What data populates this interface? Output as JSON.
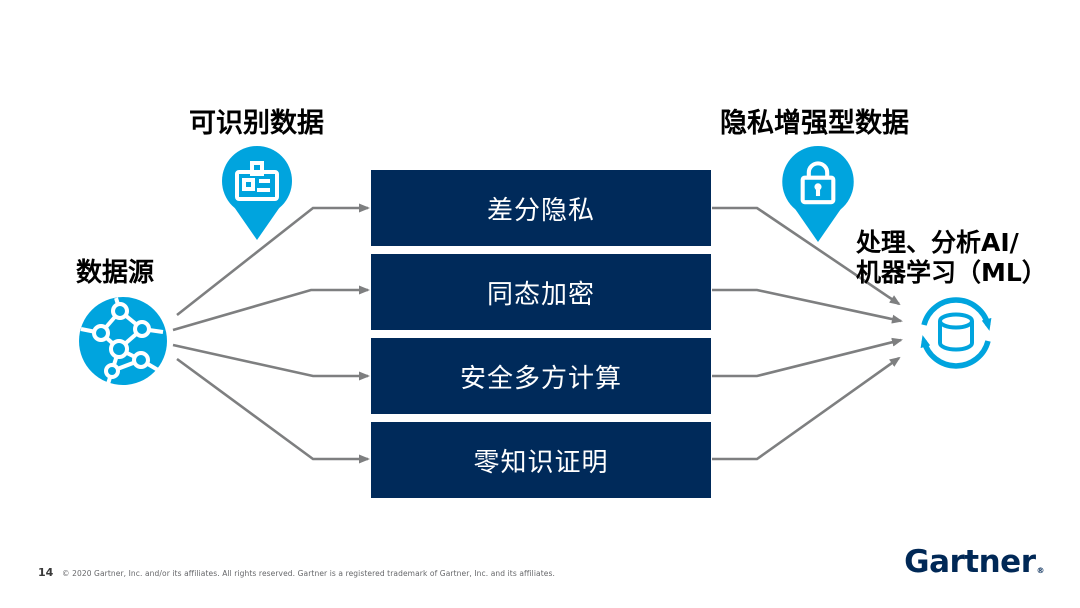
{
  "slide": {
    "page_number": "14",
    "copyright": "© 2020 Gartner, Inc. and/or its affiliates. All rights reserved. Gartner is a registered trademark of Gartner, Inc. and its affiliates.",
    "logo_text": "Gartner",
    "logo_mark": "®"
  },
  "diagram": {
    "source_label": "数据源",
    "input_label": "可识别数据",
    "output_label": "隐私增强型数据",
    "processing_label_line1": "处理、分析AI/",
    "processing_label_line2": "机器学习（ML）",
    "techniques": [
      {
        "label": "差分隐私"
      },
      {
        "label": "同态加密"
      },
      {
        "label": "安全多方计算"
      },
      {
        "label": "零知识证明"
      }
    ],
    "icons": {
      "source": "network-globe-icon",
      "input_pin": "id-badge-pin-icon",
      "output_pin": "lock-pin-icon",
      "processing": "database-sync-icon"
    },
    "colors": {
      "box_navy": "#002A5A",
      "icon_blue": "#00A4DE",
      "arrow_gray": "#7E7F80",
      "box_text": "#FFFFFF",
      "logo_navy": "#002856"
    }
  }
}
